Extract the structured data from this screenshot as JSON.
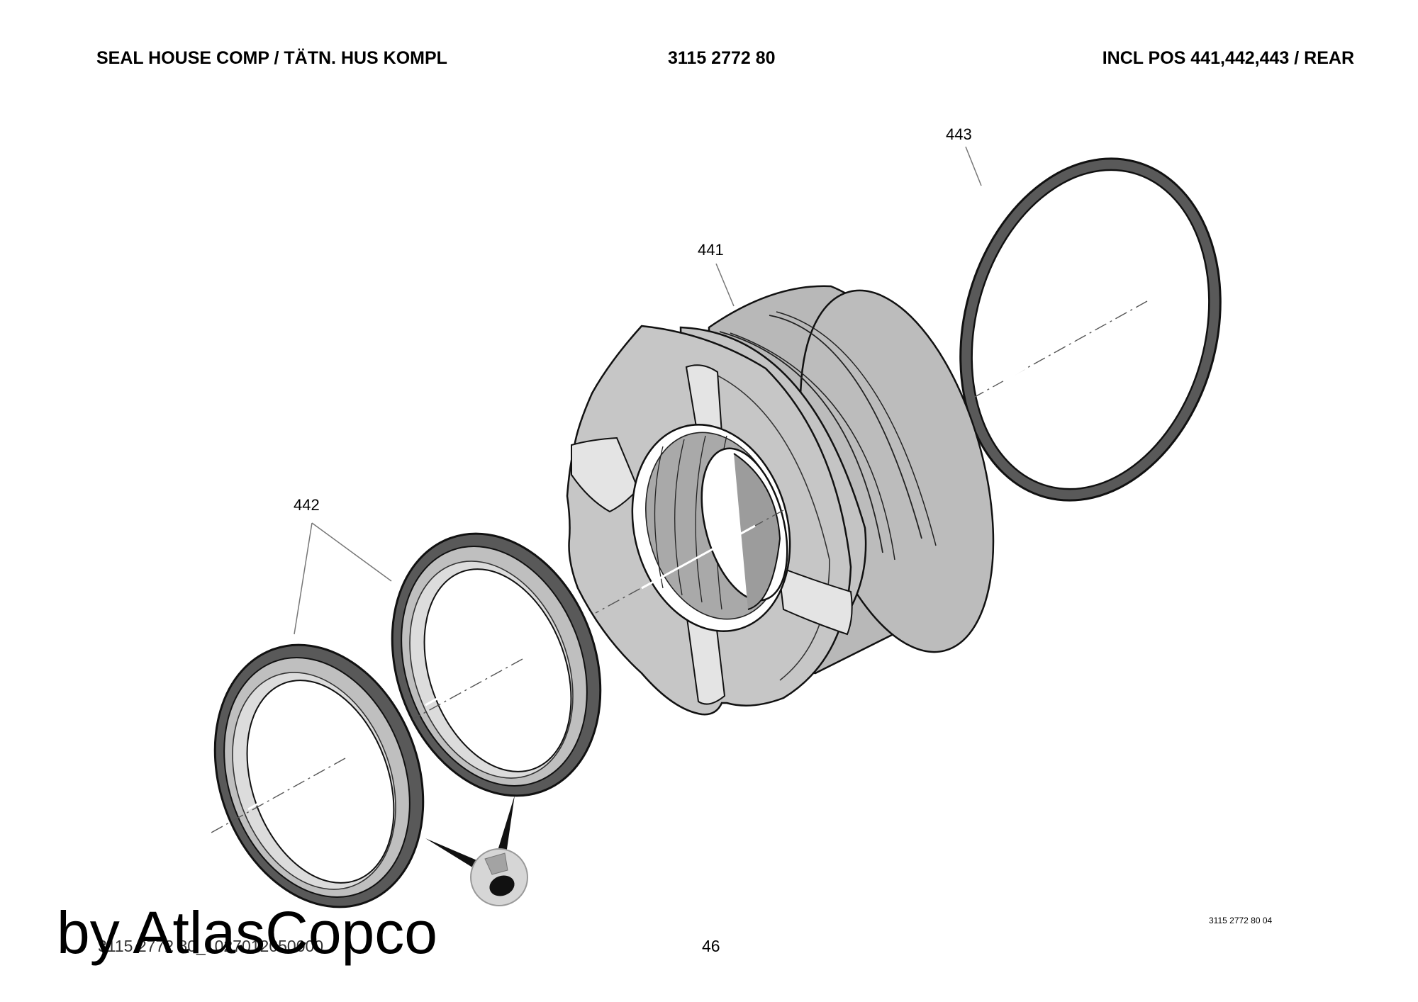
{
  "header": {
    "left": "SEAL HOUSE COMP / TÄTN. HUS KOMPL",
    "center": "3115 2772 80",
    "right": "INCL POS 441,442,443 / REAR"
  },
  "callouts": {
    "ring_rear": "443",
    "seal_house": "441",
    "seal_rings": "442"
  },
  "footer": {
    "doc_code": "3115 2772 80 04",
    "page_number": "46",
    "file_ref": "3115 2772 80_1027012050000"
  },
  "watermark": "by AtlasCopco",
  "colors": {
    "dark_ring": "#595959",
    "light_ring": "#bfbfbf",
    "body": "#c2c2c2",
    "inner_bore": "#a8a8a8",
    "slot": "#e6e6e6",
    "outline": "#111111"
  }
}
